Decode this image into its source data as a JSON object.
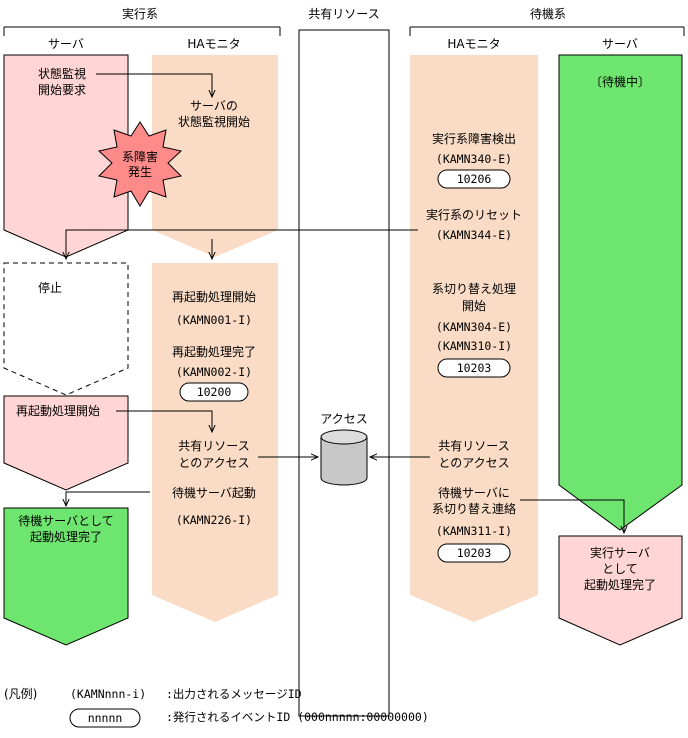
{
  "headers": {
    "active": "実行系",
    "shared": "共有リソース",
    "standby": "待機系"
  },
  "columns": {
    "active_server": "サーバ",
    "active_ha": "HAモニタ",
    "standby_ha": "HAモニタ",
    "standby_server": "サーバ"
  },
  "active_server": {
    "monitor_request": [
      "状態監視",
      "開始要求"
    ],
    "failure_burst": [
      "系障害",
      "発生"
    ],
    "stopped": "停止",
    "restart_start": "再起動処理開始",
    "standby_complete": [
      "待機サーバとして",
      "起動処理完了"
    ]
  },
  "active_ha": {
    "monitor_start": [
      "サーバの",
      "状態監視開始"
    ],
    "restart_begin": "再起動処理開始",
    "msg_kamn001": "(KAMN001-I)",
    "restart_done": "再起動処理完了",
    "msg_kamn002": "(KAMN002-I)",
    "event_10200": "10200",
    "shared_access": [
      "共有リソース",
      "とのアクセス"
    ],
    "standby_boot": "待機サーバ起動",
    "msg_kamn226": "(KAMN226-I)"
  },
  "shared": {
    "access": "アクセス"
  },
  "standby_ha": {
    "detect": "実行系障害検出",
    "msg_kamn340": "(KAMN340-E)",
    "event_10206": "10206",
    "reset": "実行系のリセット",
    "msg_kamn344": "(KAMN344-E)",
    "switch_start": [
      "系切り替え処理",
      "開始"
    ],
    "msg_kamn304": "(KAMN304-E)",
    "msg_kamn310": "(KAMN310-I)",
    "event_10203a": "10203",
    "shared_access": [
      "共有リソース",
      "とのアクセス"
    ],
    "notify": [
      "待機サーバに",
      "系切り替え連絡"
    ],
    "msg_kamn311": "(KAMN311-I)",
    "event_10203b": "10203"
  },
  "standby_server": {
    "waiting": "〔待機中〕",
    "active_complete": [
      "実行サーバ",
      "として",
      "起動処理完了"
    ]
  },
  "legend": {
    "title": "(凡例)",
    "msg_sample": "(KAMNnnn-i)",
    "msg_desc": ":出力されるメッセージID",
    "event_sample": "nnnnn",
    "event_desc": ":発行されるイベントID (000nnnnn:00000000)"
  },
  "colors": {
    "pink": "#ffd5d5",
    "beige": "#fadcc6",
    "green": "#6ee56e",
    "burst": "#ff8a8a",
    "cylinder": "#c8c8c8"
  }
}
